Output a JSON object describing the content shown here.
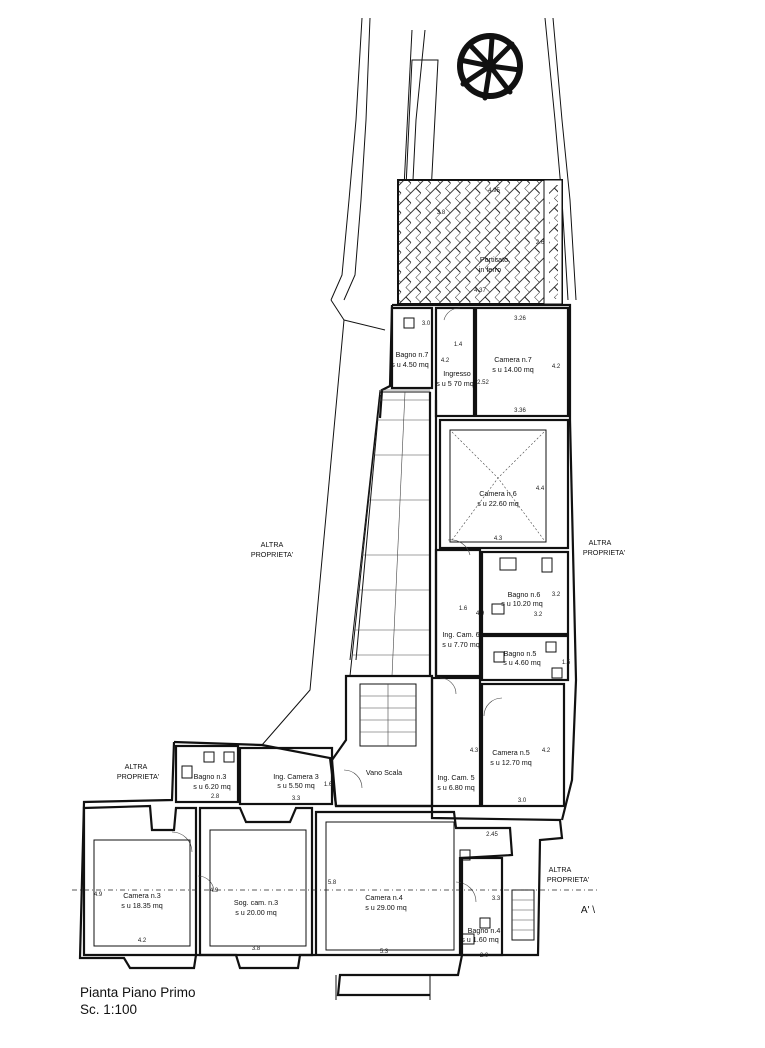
{
  "plan": {
    "title": "Pianta Piano Primo",
    "scale": "Sc. 1:100",
    "section_marker": "A' \\",
    "neighbours": {
      "left_middle": [
        "ALTRA",
        "PROPRIETA'"
      ],
      "right_middle": [
        "ALTRA",
        "PROPRIETA'"
      ],
      "left_lower": [
        "ALTRA",
        "PROPRIETA'"
      ],
      "right_lower": [
        "ALTRA",
        "PROPRIETA'"
      ]
    },
    "rooms": {
      "porticato": [
        "Porticato",
        "in ferro"
      ],
      "bagno7": [
        "Bagno n.7",
        "s u 4.50 mq"
      ],
      "ingresso": [
        "Ingresso",
        "s u 5 70 mq"
      ],
      "camera7": [
        "Camera n.7",
        "s u 14.00 mq"
      ],
      "camera6": [
        "Camera n.6",
        "s u 22.60 mq"
      ],
      "bagno6": [
        "Bagno n.6",
        "s u 10.20 mq"
      ],
      "ingcam6": [
        "Ing. Cam. 6",
        "s u 7.70 mq"
      ],
      "bagno5": [
        "Bagno n.5",
        "s u 4.60 mq"
      ],
      "camera5": [
        "Camera n.5",
        "s u 12.70 mq"
      ],
      "ingcam5": [
        "Ing. Cam. 5",
        "s u 6.80 mq"
      ],
      "vanoscala": [
        "Vano Scala"
      ],
      "ingcamera3": [
        "Ing. Camera 3",
        "s u 5.50 mq"
      ],
      "bagno3": [
        "Bagno n.3",
        "s u 6.20 mq"
      ],
      "camera3": [
        "Camera n.3",
        "s u 18.35 mq"
      ],
      "soggcam3": [
        "Sog. cam. n.3",
        "s u 20.00 mq"
      ],
      "camera4": [
        "Camera n.4",
        "s u 29.00 mq"
      ],
      "bagno4": [
        "Bagno n.4",
        "s u 1.60 mq"
      ]
    },
    "dimensions": {
      "portico_top": "4.95",
      "portico_bottom": "4.37",
      "portico_side": "3.8",
      "portico_side_r": "2.6",
      "cam7_top": "3.26",
      "cam7_bottom": "3.36",
      "cam7_side": "4.2",
      "bagno7_side": "3.0",
      "bagno7_w": "1.4",
      "ingresso_side": "4.2",
      "ingresso_side2": "2.52",
      "cam6_w": "4.3",
      "cam6_h": "4.4",
      "ingcam6_w": "1.6",
      "ingcam6_h": "4.9",
      "bagno6_w": "3.2",
      "bagno6_h": "3.2",
      "bagno5_h": "1.5",
      "cam5_w": "3.0",
      "cam5_h": "4.2",
      "ingcam5_h": "4.3",
      "ingcam3_w": "3.3",
      "ingcam3_h": "1.6",
      "bagno3_w": "2.8",
      "cam3_w": "4.2",
      "cam3_h": "4.9",
      "sogg_w": "3.8",
      "sogg_h": "4.9",
      "cam4_w": "5.3",
      "cam4_h": "5.8",
      "cam4_step": "2.45",
      "bagno4_w": "2.0",
      "bagno4_h": "3.3"
    }
  }
}
